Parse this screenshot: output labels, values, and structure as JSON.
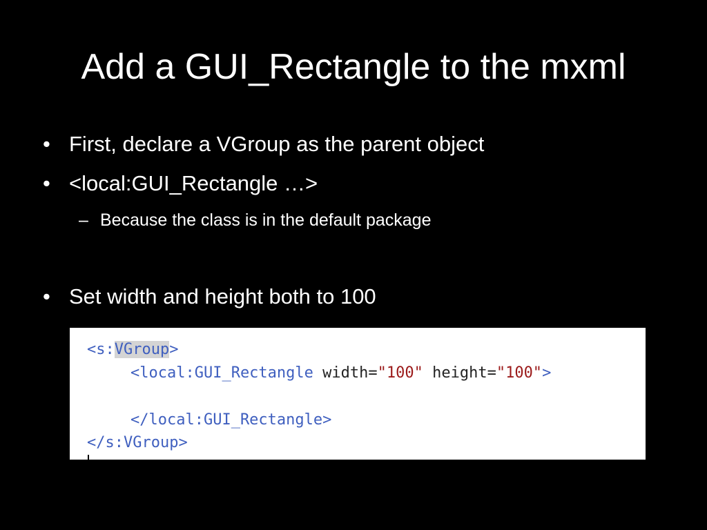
{
  "slide": {
    "title": "Add a GUI_Rectangle to the mxml",
    "bullets": [
      {
        "marker": "•",
        "text": "First, declare a VGroup as the parent object"
      },
      {
        "marker": "•",
        "text": "<local:GUI_Rectangle …>"
      },
      {
        "marker": "•",
        "text": "Set width and height both to 100"
      }
    ],
    "sub_bullets": [
      {
        "marker": "–",
        "text": "Because the class is in the default package"
      }
    ]
  },
  "code": {
    "line1": {
      "open": "<s:",
      "name": "VGroup",
      "close": ">"
    },
    "line2": {
      "open": "<local:GUI_Rectangle",
      "attr1": " width=",
      "val1": "\"100\"",
      "attr2": " height=",
      "val2": "\"100\"",
      "close": ">"
    },
    "line4": {
      "text": "</local:GUI_Rectangle>"
    },
    "line5": {
      "text": "</s:VGroup>"
    }
  },
  "colors": {
    "background": "#000000",
    "text": "#ffffff",
    "code_tag": "#3f5fbf",
    "code_value": "#9b1a1a",
    "code_highlight": "#d4d4d4"
  }
}
